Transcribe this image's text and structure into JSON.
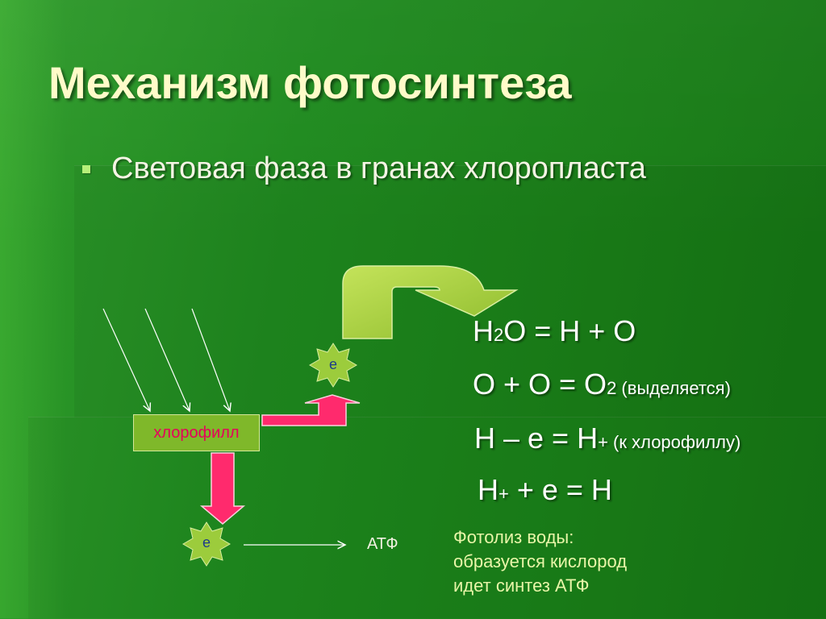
{
  "slide": {
    "title": "Механизм фотосинтеза",
    "bullet": "Световая фаза в гранах хлоропласта"
  },
  "diagram": {
    "chlorophyll_label": "хлорофилл",
    "electron_top": "е",
    "electron_bottom": "е",
    "atf_label": "АТФ",
    "colors": {
      "chlorophyll_box": "#7fb82a",
      "chlorophyll_text": "#e6005c",
      "pink_arrow": "#ff2a6d",
      "green_arrow": "#a6cf3a",
      "star": "#9ccc3c"
    }
  },
  "equations": {
    "eq1": {
      "a": "H",
      "sub": "2",
      "b": "O = H + O"
    },
    "eq2": {
      "a": "O + O = O",
      "sub": "2",
      "note": " (выделяется)"
    },
    "eq3": {
      "a": "H – e = H",
      "sup": "+",
      "note": " (к хлорофиллу)"
    },
    "eq4": {
      "a": "H",
      "sup": "+",
      "b": " + e = H"
    }
  },
  "caption": {
    "line1": "Фотолиз воды:",
    "line2": "образуется кислород",
    "line3": "идет синтез АТФ"
  }
}
